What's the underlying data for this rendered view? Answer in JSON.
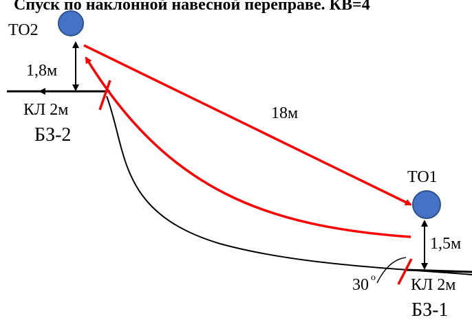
{
  "title": "Спуск по наклонной навесной переправе. КВ=4",
  "nodes": {
    "to2": {
      "label": "ТО2",
      "color": "#4472c4"
    },
    "to1": {
      "label": "ТО1",
      "color": "#4472c4"
    }
  },
  "labels": {
    "height_to2": "1,8м",
    "height_to1": "1,5м",
    "span_length": "18м",
    "kl_left": "КЛ 2м",
    "kl_right": "КЛ 2м",
    "bz2": "БЗ-2",
    "bz1": "БЗ-1",
    "angle": "30"
  },
  "colors": {
    "rope": "#ff0000",
    "line": "#000000"
  }
}
